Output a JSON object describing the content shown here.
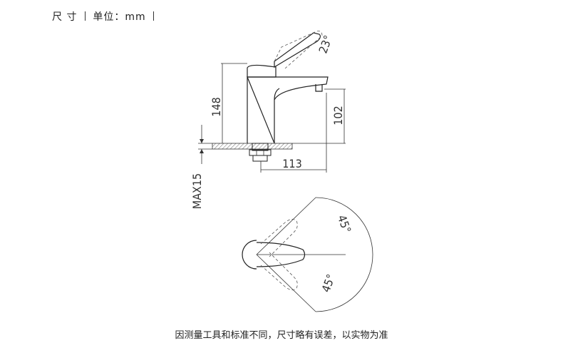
{
  "header": {
    "label": "尺 寸",
    "unit": "单位：mm"
  },
  "dimensions": {
    "height_total": "148",
    "spout_height": "102",
    "reach": "113",
    "deck_thickness": "MAX15",
    "handle_angle": "23°",
    "swing_angle_top": "45°",
    "swing_angle_bottom": "45°"
  },
  "footnote": "因测量工具和标准不同，尺寸略有误差，以实物为准"
}
